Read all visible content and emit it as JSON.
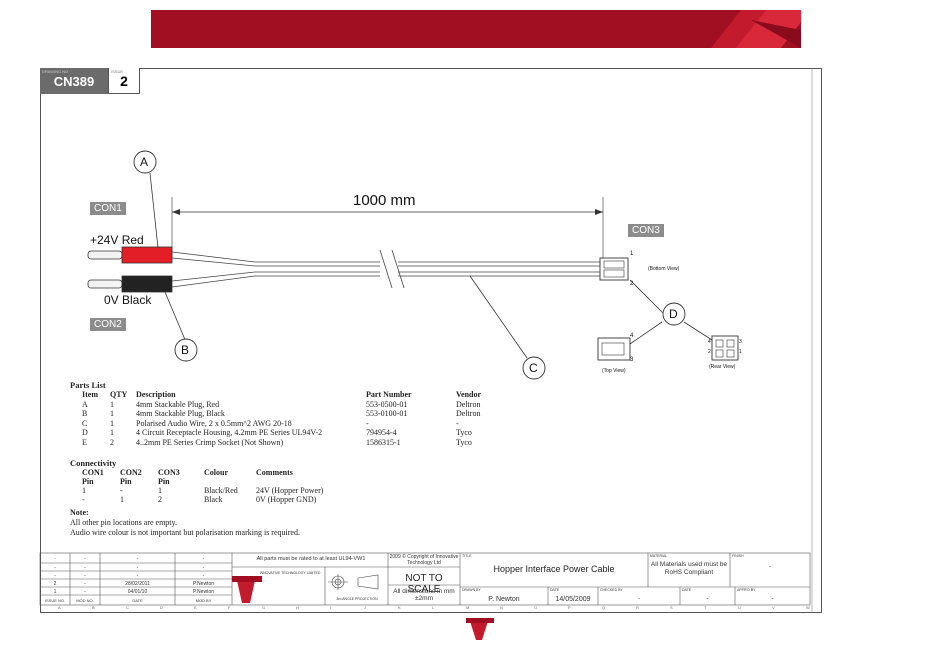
{
  "drawing": {
    "code_label": "DRAWING NO",
    "code": "CN389",
    "issue_label": "ISSUE",
    "issue": "2"
  },
  "diagram": {
    "dimension": "1000 mm",
    "con1": "CON1",
    "con2": "CON2",
    "con3": "CON3",
    "wire_red": "+24V Red",
    "wire_black": "0V Black",
    "callouts": [
      "A",
      "B",
      "C",
      "D"
    ],
    "pin1": "1",
    "pin2": "2",
    "pin3": "3",
    "pin4": "4",
    "bottom_view": "(Bottom View)",
    "top_view": "(Top View)",
    "rear_view": "(Rear View)"
  },
  "parts_list": {
    "title": "Parts List",
    "headers": [
      "Item",
      "QTY",
      "Description",
      "Part Number",
      "Vendor"
    ],
    "rows": [
      [
        "A",
        "1",
        "4mm Stackable Plug, Red",
        "553-0500-01",
        "Deltron"
      ],
      [
        "B",
        "1",
        "4mm Stackable Plug, Black",
        "553-0100-01",
        "Deltron"
      ],
      [
        "C",
        "1",
        "Polarised Audio Wire, 2 x 0.5mm^2  AWG 20-18",
        "-",
        "-"
      ],
      [
        "D",
        "1",
        "4 Circuit Receptacle Housing, 4.2mm PE Series UL94V-2",
        "794954-4",
        "Tyco"
      ],
      [
        "E",
        "2",
        "4..2mm PE Series Crimp Socket (Not Shown)",
        "1586315-1",
        "Tyco"
      ]
    ]
  },
  "connectivity": {
    "title": "Connectivity",
    "headers": [
      "CON1",
      "CON2",
      "CON3",
      "Colour",
      "Comments"
    ],
    "subheaders": [
      "Pin",
      "Pin",
      "Pin"
    ],
    "rows": [
      [
        "1",
        "-",
        "1",
        "Black/Red",
        "24V (Hopper Power)"
      ],
      [
        "-",
        "1",
        "2",
        "Black",
        "0V (Hopper GND)"
      ]
    ]
  },
  "notes": {
    "title": "Note:",
    "lines": [
      "All other pin locations are empty.",
      "Audio wire colour is not important but polarisation marking is required."
    ]
  },
  "title_block": {
    "rating_note": "All parts must be rated to at least UL94-VW1",
    "copyright": "2009 ©  Copyright of Innovative Technology Ltd",
    "title": "Hopper Interface Power Cable",
    "materials": "All Materials used must be RoHS Compliant",
    "finish": "-",
    "scale": "NOT TO SCALE",
    "dimensions": "All dimensions in mm ±2mm",
    "projection": "3rd ANGLE PROJECTION",
    "company": "INNOVATIVE TECHNOLOGY LIMITED",
    "drawn_by": "P. Newton",
    "drawn_date": "14/05/2009",
    "checked_dash": "-",
    "date_dash": "-",
    "approved_dash": "-",
    "labels": {
      "title": "TITLE",
      "material": "MATERIAL",
      "finish": "FINISH",
      "drawn": "DRAWN BY",
      "date": "DATE",
      "checked": "CHECKED BY",
      "date2": "DATE",
      "approved": "APPR'D BY",
      "issue": "ISSUE NO.",
      "mod": "MOD NO.",
      "dt": "DATE",
      "mod_by": "MOD BY"
    },
    "revisions": [
      [
        "-",
        "-",
        "-",
        "-"
      ],
      [
        "-",
        "-",
        "-",
        "-"
      ],
      [
        "-",
        "-",
        "-",
        "-"
      ],
      [
        "2",
        "-",
        "28/02/2011",
        "P.Newton"
      ],
      [
        "1",
        "-",
        "04/01/10",
        "P.Newton"
      ]
    ]
  },
  "grid_letters": [
    "A",
    "B",
    "C",
    "D",
    "E",
    "F",
    "G",
    "H",
    "I",
    "J",
    "K",
    "L",
    "M",
    "N",
    "O",
    "P",
    "Q",
    "R",
    "S",
    "T",
    "U",
    "V",
    "W"
  ],
  "colors": {
    "brand": "#a10f22",
    "red_plug": "#e41e26",
    "black_plug": "#222222",
    "tag_grey": "#8c8c8c"
  }
}
